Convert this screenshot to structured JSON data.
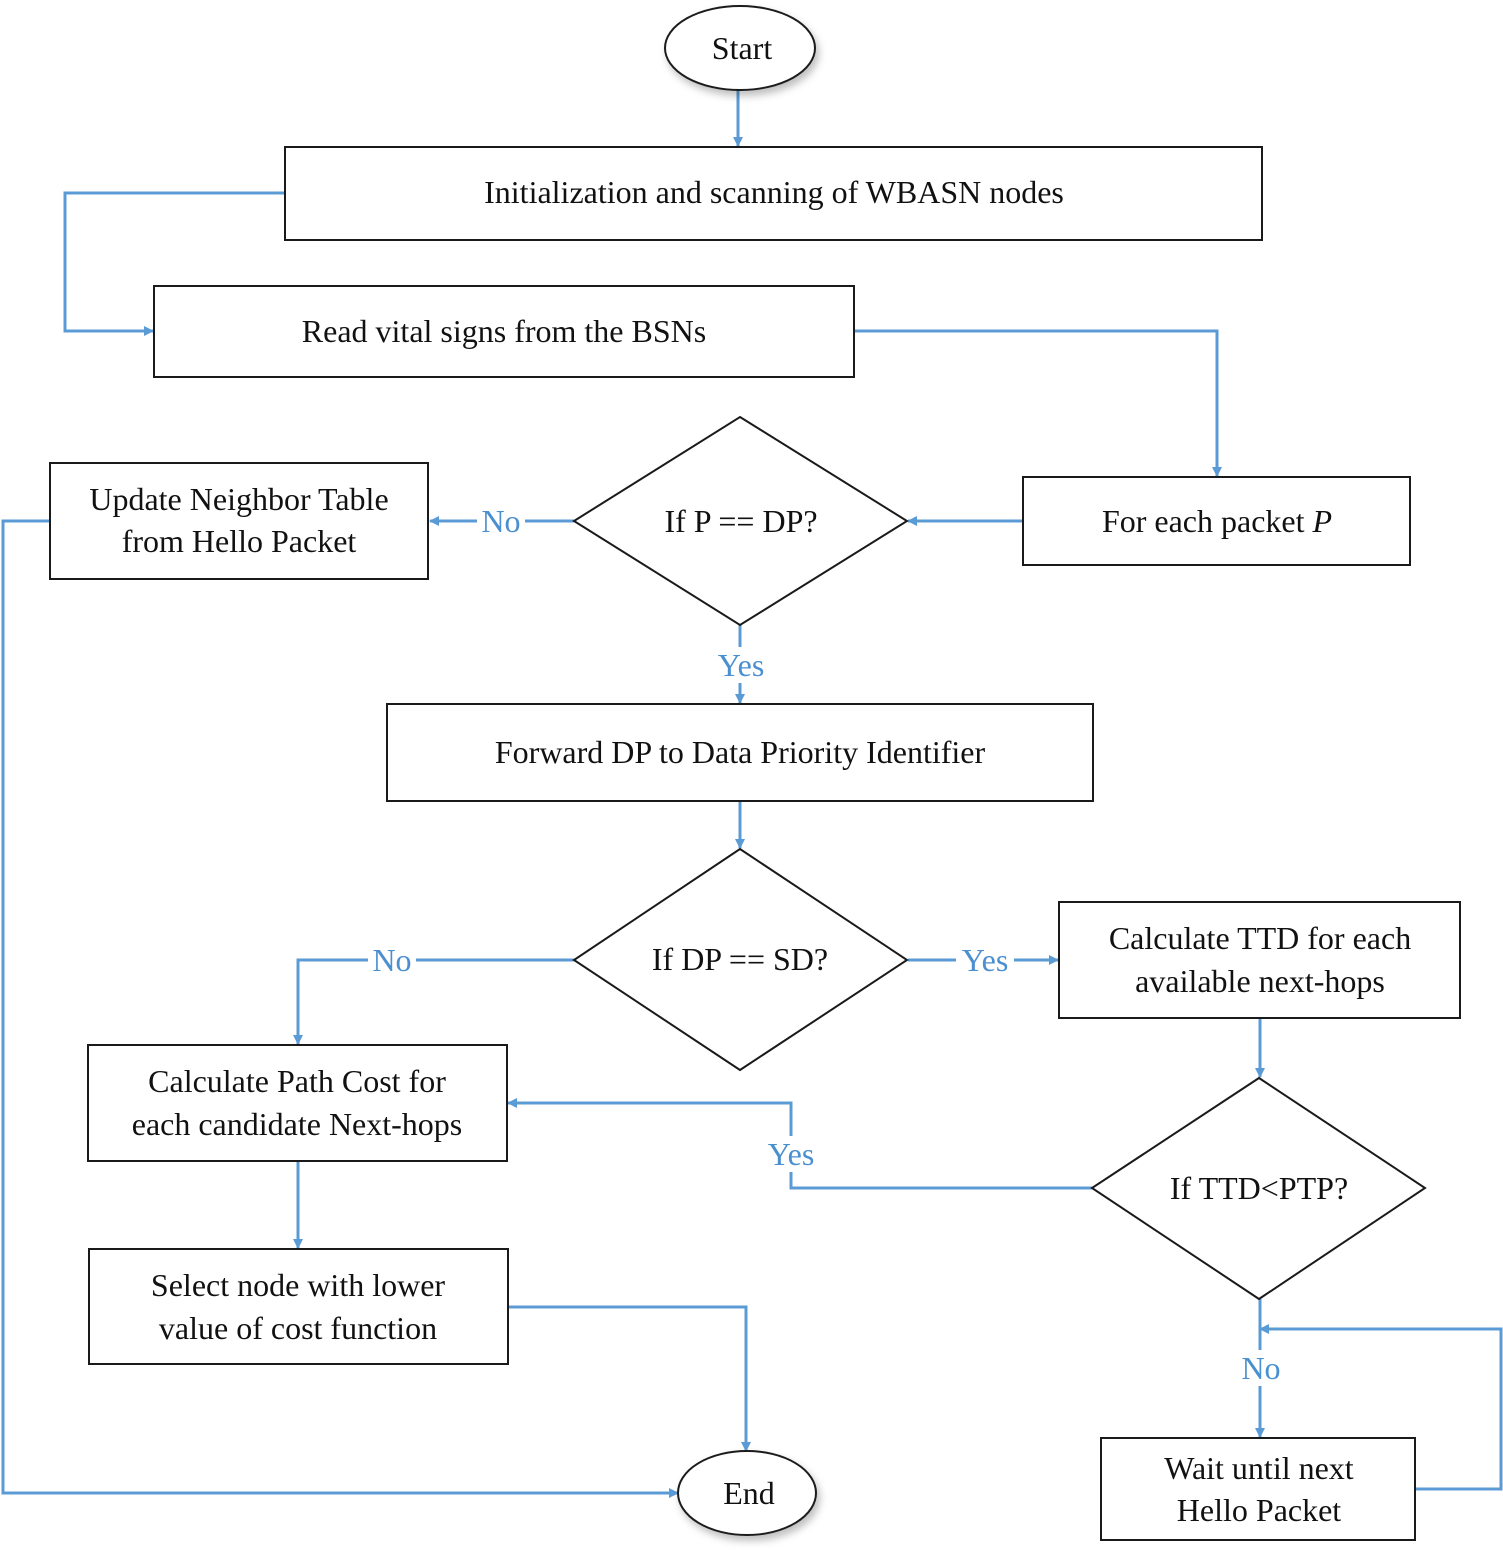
{
  "colors": {
    "connector": "#5b9bd5",
    "label": "#4a8fd0",
    "border": "#1a1a1a"
  },
  "nodes": {
    "start": "Start",
    "init": "Initialization and scanning of WBASN nodes",
    "read": "Read vital signs from the BSNs",
    "foreach_prefix": "For each packet ",
    "foreach_var": "P",
    "if_dp": "If P == DP?",
    "update_1": "Update Neighbor Table",
    "update_2": "from Hello Packet",
    "forward": "Forward DP to Data Priority Identifier",
    "if_sd": "If DP == SD?",
    "ttd_1": "Calculate TTD for each",
    "ttd_2": "available next-hops",
    "path_1": "Calculate Path Cost for",
    "path_2": "each candidate Next-hops",
    "if_ptp": "If TTD<PTP?",
    "select_1": "Select node with lower",
    "select_2": "value of cost function",
    "wait_1": "Wait until next",
    "wait_2": "Hello Packet",
    "end": "End"
  },
  "edge_labels": {
    "dp_no": "No",
    "dp_yes": "Yes",
    "sd_no": "No",
    "sd_yes": "Yes",
    "ptp_yes": "Yes",
    "ptp_no": "No"
  }
}
